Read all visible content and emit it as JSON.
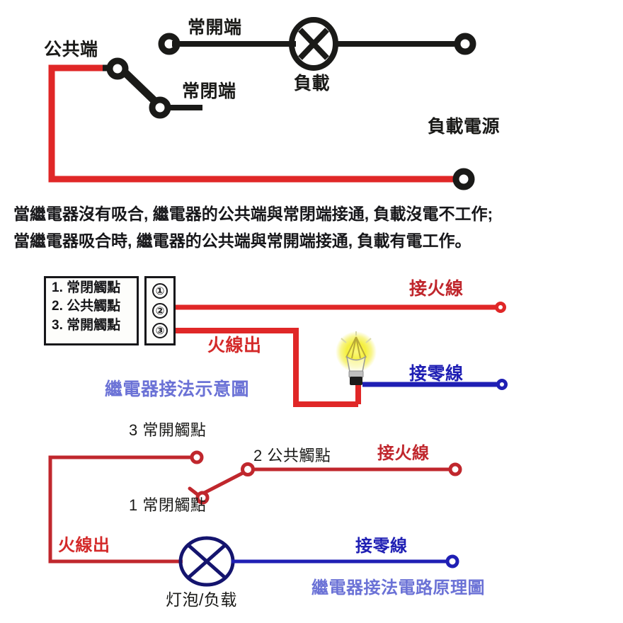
{
  "diagram": {
    "title": "繼電器接法示意圖",
    "colors": {
      "wire_red": "#e02727",
      "wire_dark_red": "#c0272d",
      "wire_blue": "#1f1fb4",
      "wire_black": "#1a1a18",
      "label_red": "#d42a2a",
      "label_blue": "#1f1fb4",
      "label_periwinkle": "#6b72d6",
      "label_navy": "#14146e",
      "bulb_glow": "#f2ee2a",
      "background": "#ffffff"
    }
  },
  "top_diagram": {
    "name": "relay-contact-schematic",
    "labels": {
      "common": "公共端",
      "normally_open": "常開端",
      "normally_closed": "常閉端",
      "load": "負載",
      "load_power": "負載電源"
    }
  },
  "description": {
    "line1": "當繼電器沒有吸合, 繼電器的公共端與常閉端接通, 負載沒電不工作;",
    "line2": "當繼電器吸合時, 繼電器的公共端與常開端接通, 負載有電工作。"
  },
  "middle_diagram": {
    "name": "relay-wiring-illustration",
    "legend": {
      "items": [
        "1. 常閉觸點",
        "2. 公共觸點",
        "3. 常開觸點"
      ]
    },
    "terminals": [
      "①",
      "②",
      "③"
    ],
    "labels": {
      "live_wire_out": "火線出",
      "connect_live": "接火線",
      "connect_neutral": "接零線",
      "caption": "繼電器接法示意圖"
    }
  },
  "bottom_diagram": {
    "name": "relay-circuit-principle",
    "labels": {
      "normally_open": "3 常開觸點",
      "common": "2 公共觸點",
      "normally_closed": "1 常閉觸點",
      "connect_live": "接火線",
      "live_wire_out": "火線出",
      "connect_neutral": "接零線",
      "lamp_load": "灯泡/负载",
      "caption": "繼電器接法電路原理圖"
    }
  }
}
